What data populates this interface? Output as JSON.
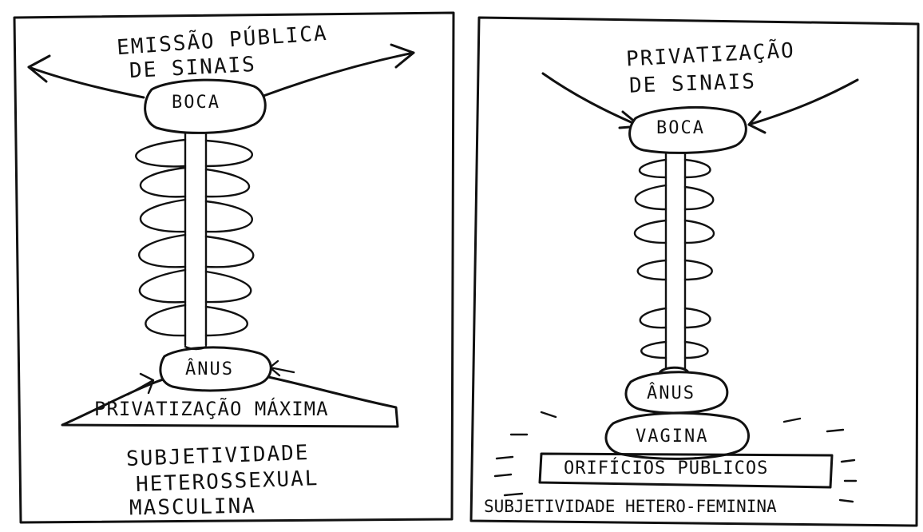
{
  "left_panel": {
    "top_title_line1": "EMISSÃO PÚBLICA",
    "top_title_line2": "DE SINAIS",
    "mouth": "BOCA",
    "anus": "ÂNUS",
    "base": "PRIVATIZAÇÃO MÁXIMA",
    "caption_line1": "SUBJETIVIDADE",
    "caption_line2": "HETEROSSEXUAL",
    "caption_line3": "MASCULINA"
  },
  "right_panel": {
    "top_title_line1": "PRIVATIZAÇÃO",
    "top_title_line2": "DE SINAIS",
    "mouth": "BOCA",
    "anus": "ÂNUS",
    "vagina": "VAGINA",
    "base": "ORIFÍCIOS PÚBLICOS",
    "caption": "SUBJETIVIDADE HETERO-FEMININA"
  }
}
